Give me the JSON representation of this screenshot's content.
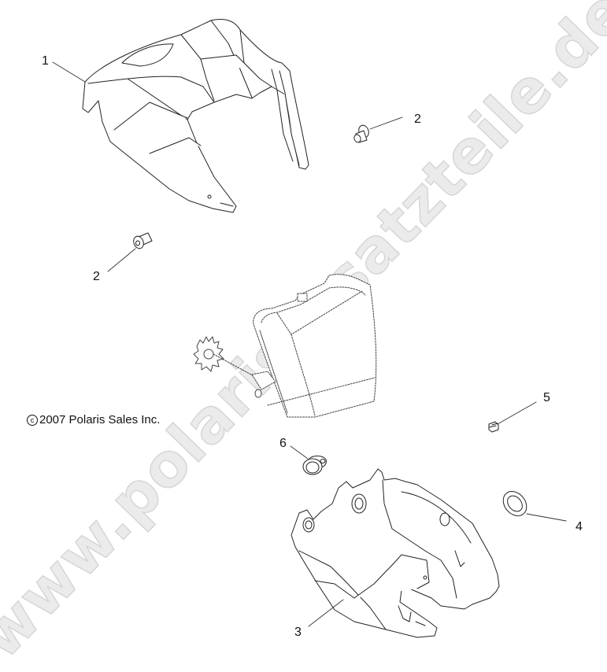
{
  "diagram": {
    "type": "exploded-parts-diagram",
    "copyright": {
      "symbol": "c",
      "text": "2007 Polaris Sales Inc."
    },
    "watermark": "www.polarisersatzteile.de",
    "callouts": [
      {
        "id": "callout-1",
        "label": "1",
        "part": "headlight-pod-upper-cover"
      },
      {
        "id": "callout-2a",
        "label": "2",
        "part": "screw"
      },
      {
        "id": "callout-2b",
        "label": "2",
        "part": "screw"
      },
      {
        "id": "callout-3",
        "label": "3",
        "part": "headlight-pod-lower-housing"
      },
      {
        "id": "callout-4",
        "label": "4",
        "part": "grommet-ring"
      },
      {
        "id": "callout-5",
        "label": "5",
        "part": "clip-nut"
      },
      {
        "id": "callout-6",
        "label": "6",
        "part": "plug-grommet"
      }
    ],
    "colors": {
      "line": "#222222",
      "leader": "#333333",
      "watermark_fill": "#ebebeb",
      "watermark_stroke": "#d6d6d6",
      "background": "#ffffff"
    }
  }
}
